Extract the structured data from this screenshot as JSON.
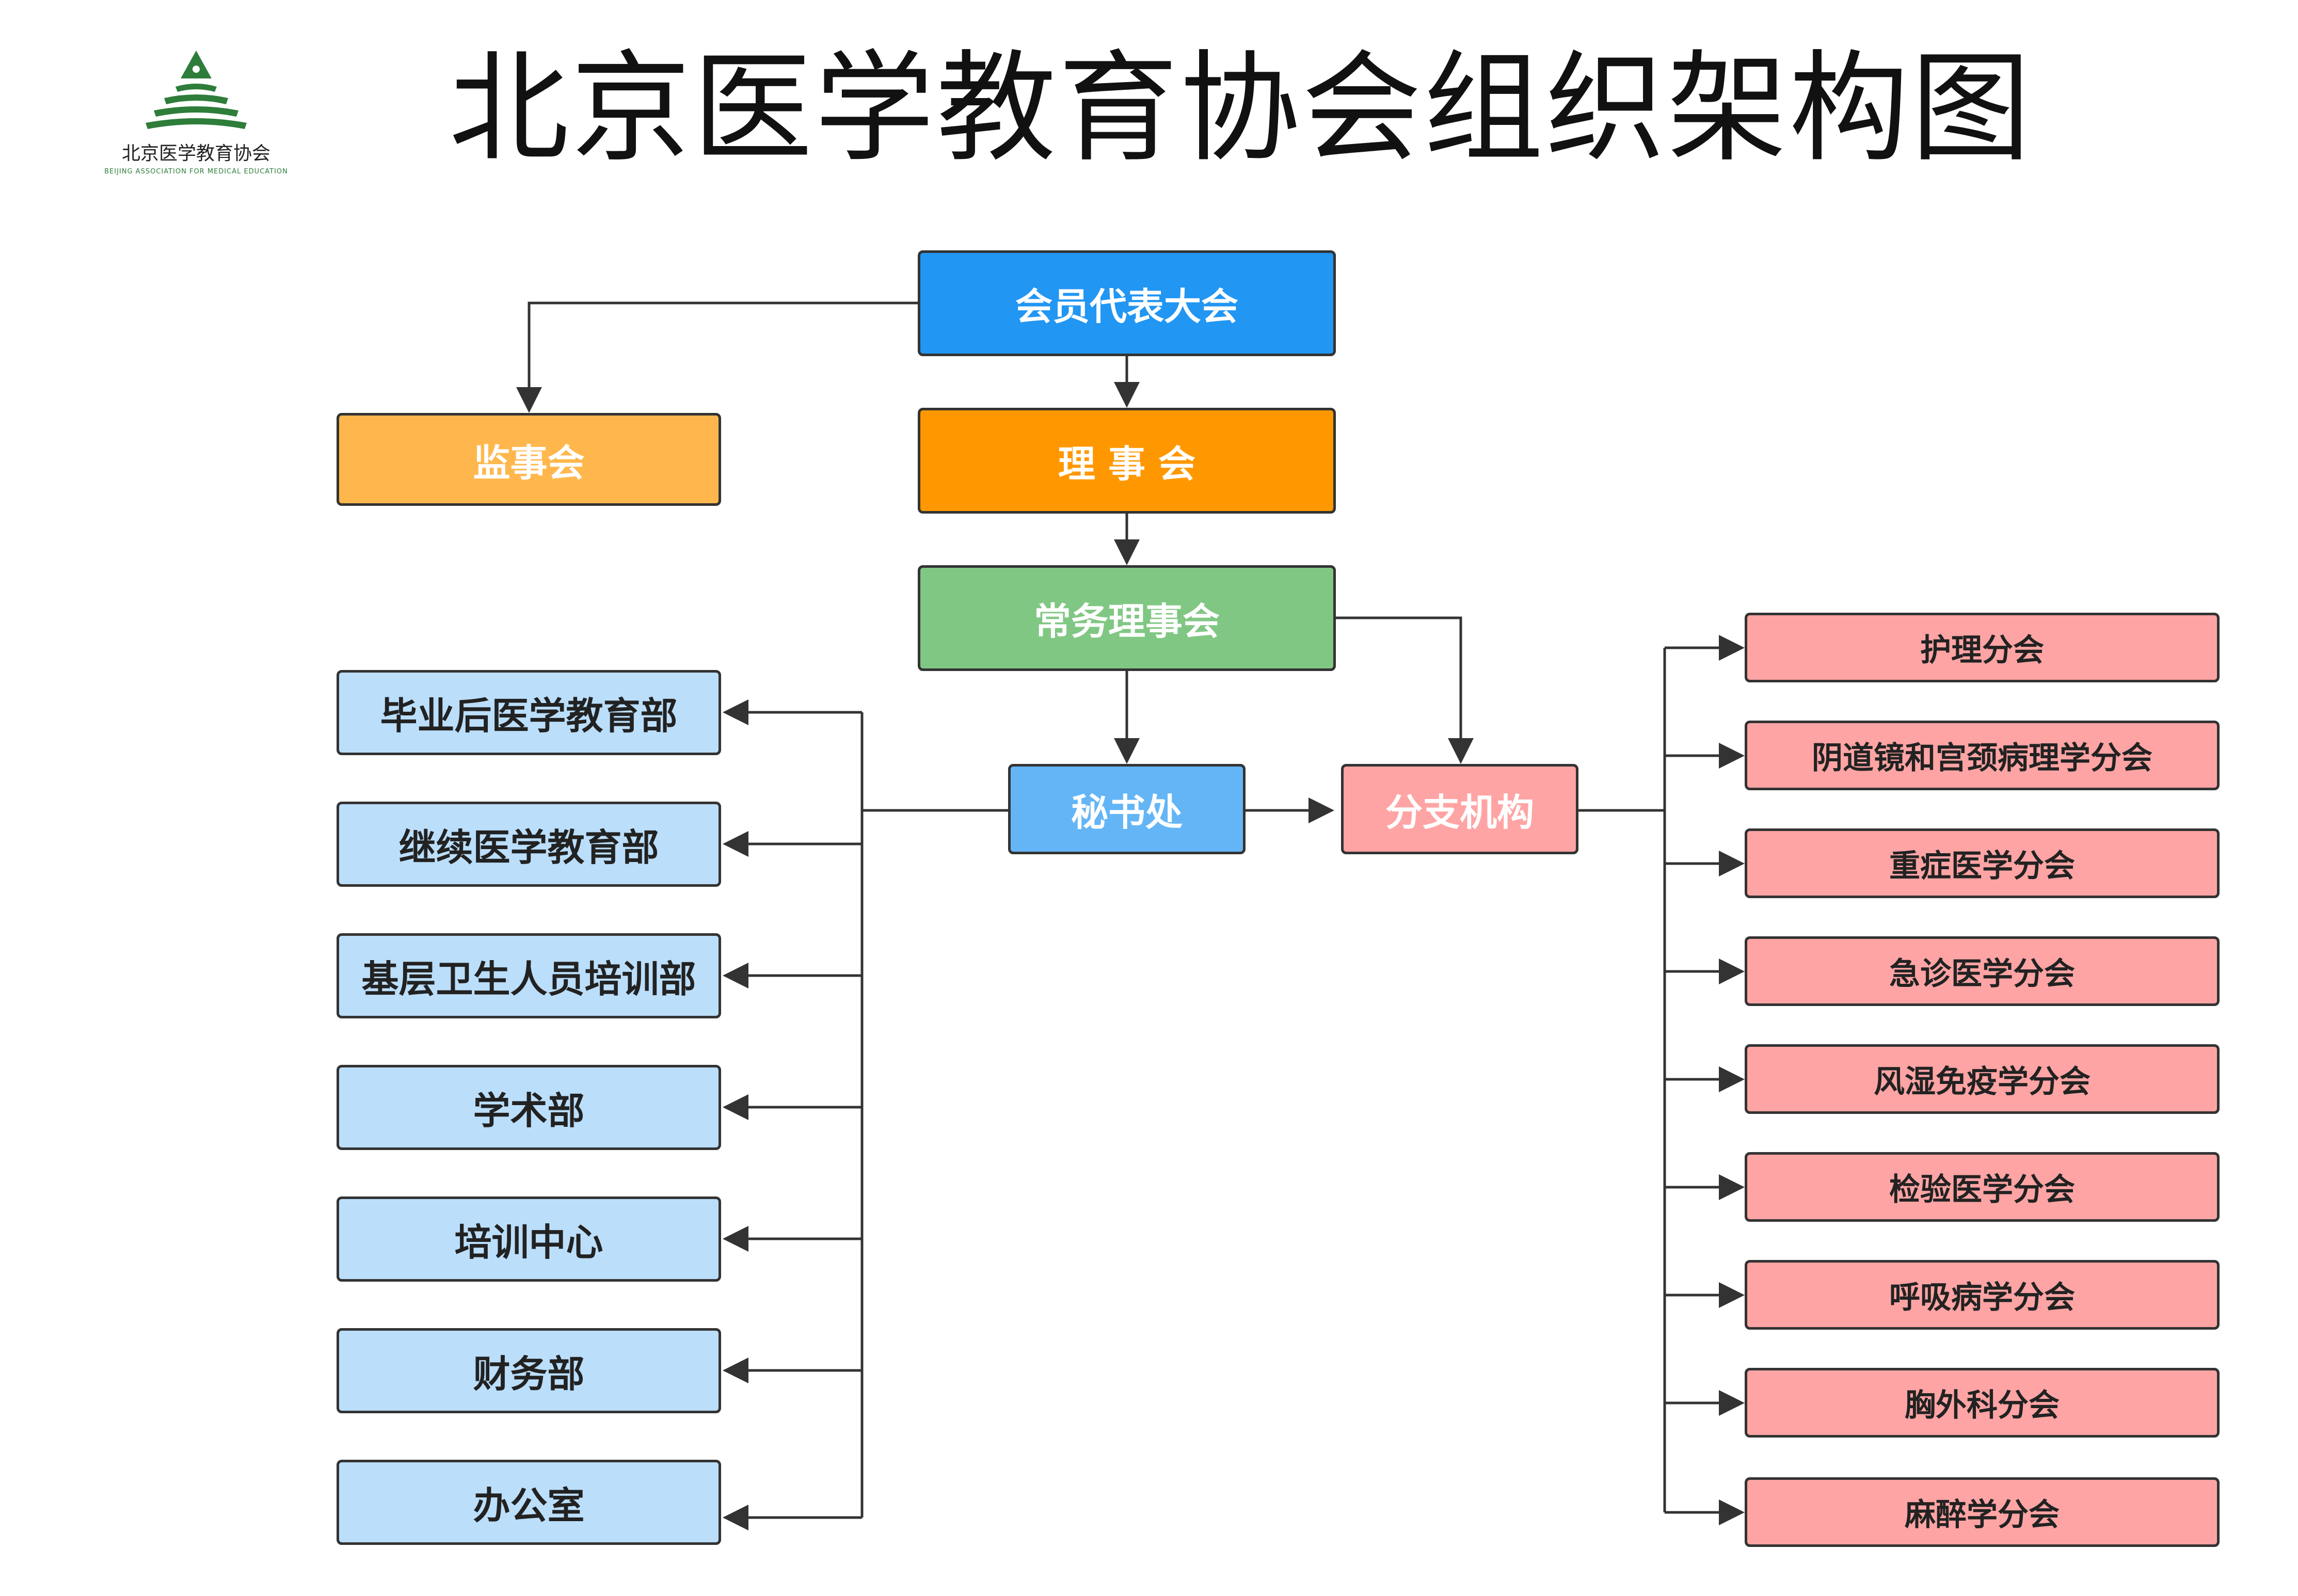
{
  "title": "北京医学教育协会组织架构图",
  "logo": {
    "name_cn": "北京医学教育协会",
    "name_en": "BEIJING ASSOCIATION FOR MEDICAL EDUCATION"
  },
  "colors": {
    "members_assembly": "#2196f3",
    "supervisory_board": "#ffb74d",
    "council": "#ff9800",
    "standing_council": "#81c784",
    "secretariat": "#64b5f6",
    "branch_org": "#ffa4a4",
    "departments": "#bbdefb",
    "branches": "#ffa4a4"
  },
  "nodes": {
    "members_assembly": "会员代表大会",
    "supervisory_board": "监事会",
    "council": "理 事 会",
    "standing_council": "常务理事会",
    "secretariat": "秘书处",
    "branch_org": "分支机构"
  },
  "departments": [
    "毕业后医学教育部",
    "继续医学教育部",
    "基层卫生人员培训部",
    "学术部",
    "培训中心",
    "财务部",
    "办公室"
  ],
  "branches": [
    "护理分会",
    "阴道镜和宫颈病理学分会",
    "重症医学分会",
    "急诊医学分会",
    "风湿免疫学分会",
    "检验医学分会",
    "呼吸病学分会",
    "胸外科分会",
    "麻醉学分会"
  ]
}
